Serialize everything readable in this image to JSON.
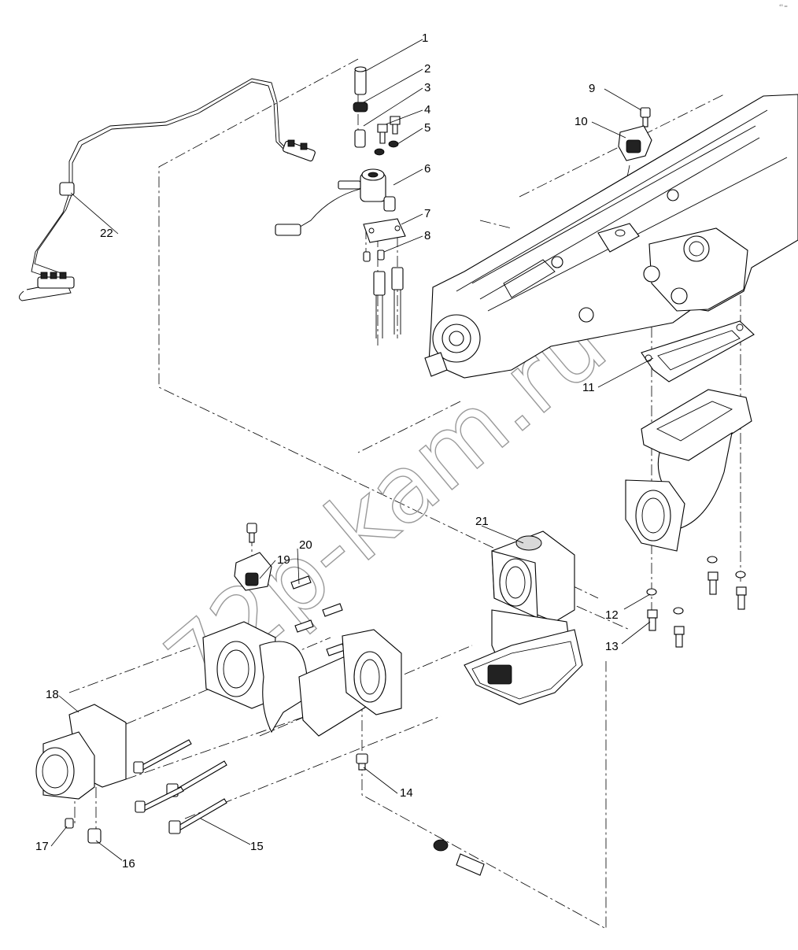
{
  "diagram": {
    "callouts": [
      "1",
      "2",
      "3",
      "4",
      "5",
      "6",
      "7",
      "8",
      "9",
      "10",
      "11",
      "12",
      "13",
      "14",
      "15",
      "16",
      "17",
      "18",
      "19",
      "20",
      "21",
      "22"
    ],
    "watermark": "72p-kam.ru",
    "corner_mark": "⁴⁸ ═"
  }
}
